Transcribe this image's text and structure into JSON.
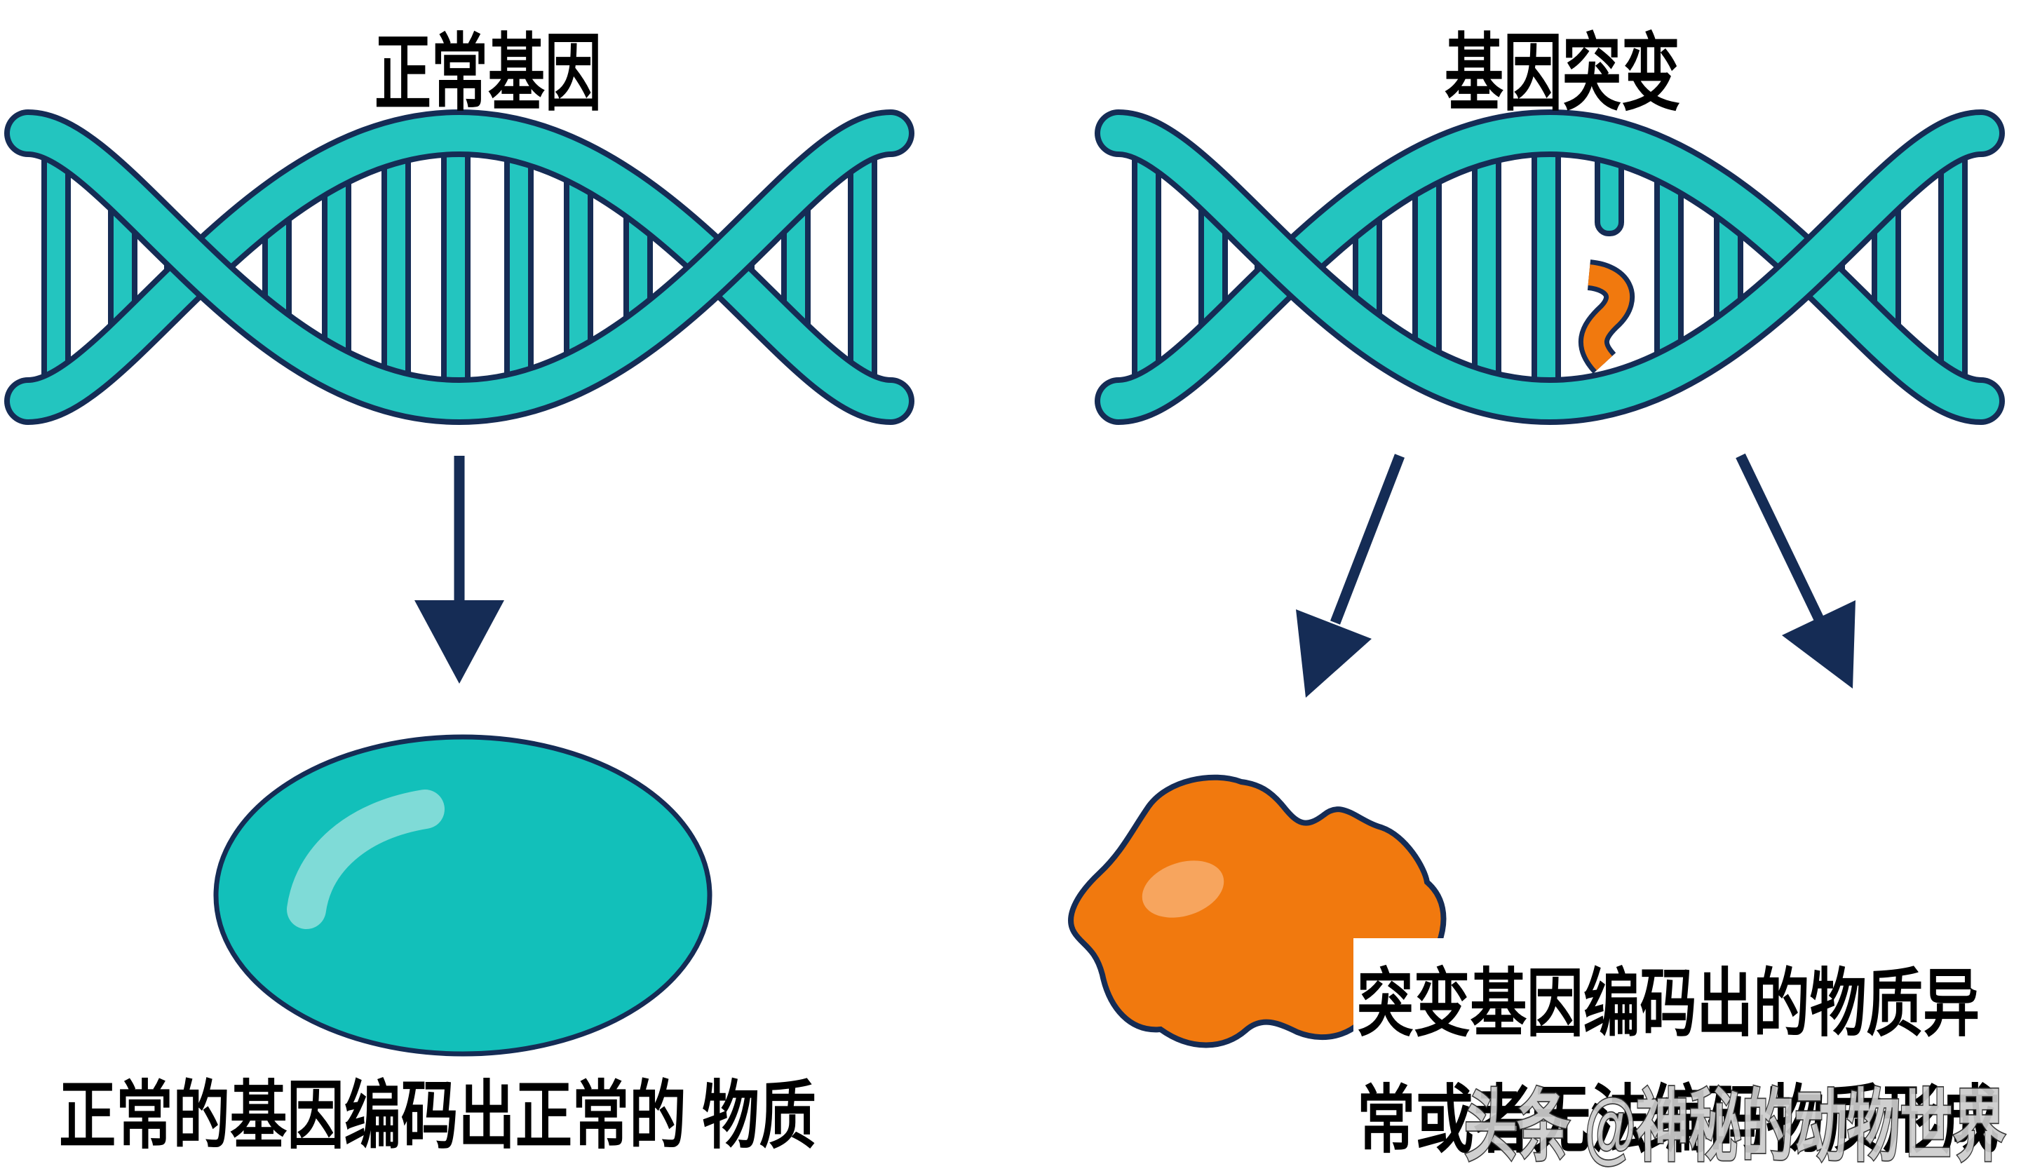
{
  "diagram": {
    "left": {
      "title": "正常基因",
      "caption": "正常的基因编码出正常的 物质"
    },
    "right": {
      "title": "基因突变",
      "caption_line1": "突变基因编码出的物质异",
      "caption_line2": "常或者无法编码物质形成"
    },
    "watermark": "头条 @神秘的动物世界"
  },
  "colors": {
    "background": "#FFFFFF",
    "navy": "#152C55",
    "teal_dna": "#23C5BF",
    "teal_blob": "#12C0BA",
    "teal_highlight": "#7FDBD7",
    "orange": "#F1790E",
    "orange_highlight": "#F7A55E",
    "text_black": "#000000",
    "watermark_gray": "#CDCDCD"
  }
}
